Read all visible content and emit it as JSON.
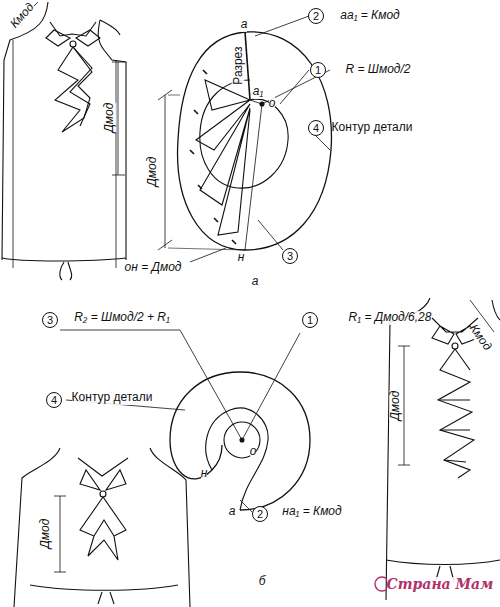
{
  "diagram": {
    "nodes": [
      {
        "text": [
          "2"
        ]
      },
      {
        "text": [
          "1"
        ]
      },
      {
        "text": [
          "4"
        ]
      },
      {
        "text": [
          "3"
        ]
      },
      {
        "text": [
          "1"
        ]
      },
      {
        "text": [
          "3"
        ]
      },
      {
        "text": [
          "4"
        ]
      },
      {
        "text": [
          "2"
        ]
      }
    ],
    "labels": [
      "Кмод",
      "Дмод",
      "а",
      "а₁",
      "Разрез",
      "аа₁ = Кмод",
      "R = Шмод/2",
      "Контур детали",
      "Дмод",
      "о",
      "н",
      "он = Дмод",
      "а",
      "R₁ = Дмод/6,28",
      "R₂ = Шмод/2 + R₁",
      "Контур детали",
      "на₁ = Кмод",
      "о",
      "н",
      "а",
      "Кмод",
      "Дмод",
      "Дмод",
      "б",
      "Страна Мам"
    ]
  }
}
